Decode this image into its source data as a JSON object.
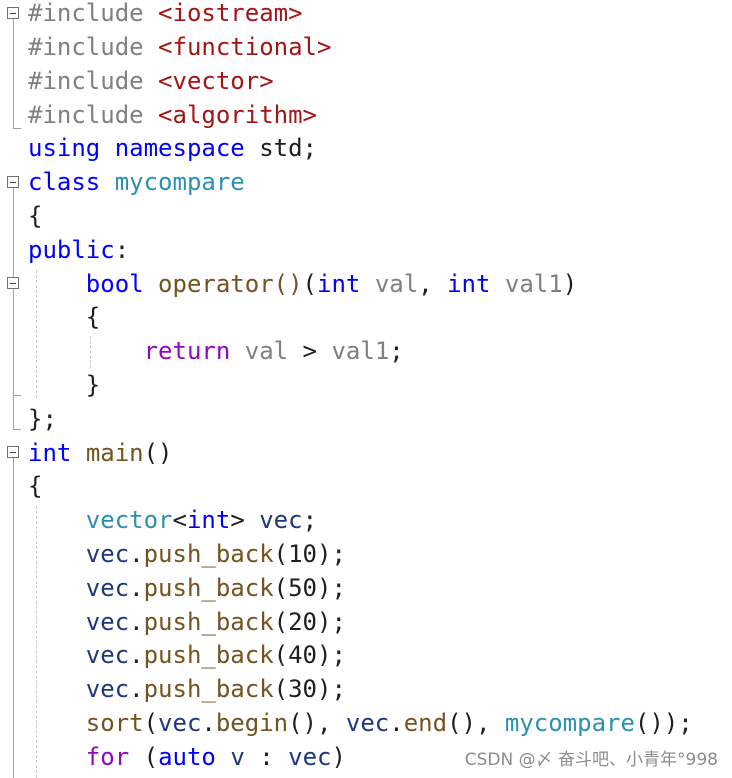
{
  "code": {
    "l1": [
      "#include ",
      "<iostream>"
    ],
    "l2": [
      "#include ",
      "<functional>"
    ],
    "l3": [
      "#include ",
      "<vector>"
    ],
    "l4": [
      "#include ",
      "<algorithm>"
    ],
    "l5": [
      "using",
      " ",
      "namespace",
      " std;"
    ],
    "l6": [
      "class",
      " ",
      "mycompare"
    ],
    "l7": [
      "{"
    ],
    "l8": [
      "public",
      ":"
    ],
    "l9": [
      "    ",
      "bool",
      " ",
      "operator",
      "()",
      "(",
      "int",
      " ",
      "val",
      ", ",
      "int",
      " ",
      "val1",
      ")"
    ],
    "l10": [
      "    {"
    ],
    "l11": [
      "        ",
      "return",
      " ",
      "val",
      " > ",
      "val1",
      ";"
    ],
    "l12": [
      "    }"
    ],
    "l13": [
      "};"
    ],
    "l14": [
      "int",
      " ",
      "main",
      "()"
    ],
    "l15": [
      "{"
    ],
    "l16": [
      "    ",
      "vector",
      "<",
      "int",
      "> ",
      "vec",
      ";"
    ],
    "l17": [
      "    ",
      "vec",
      ".",
      "push_back",
      "(",
      "10",
      ");"
    ],
    "l18": [
      "    ",
      "vec",
      ".",
      "push_back",
      "(",
      "50",
      ");"
    ],
    "l19": [
      "    ",
      "vec",
      ".",
      "push_back",
      "(",
      "20",
      ");"
    ],
    "l20": [
      "    ",
      "vec",
      ".",
      "push_back",
      "(",
      "40",
      ");"
    ],
    "l21": [
      "    ",
      "vec",
      ".",
      "push_back",
      "(",
      "30",
      ");"
    ],
    "l22": [
      "    ",
      "sort",
      "(",
      "vec",
      ".",
      "begin",
      "(), ",
      "vec",
      ".",
      "end",
      "(), ",
      "mycompare",
      "());"
    ],
    "l23": [
      "    ",
      "for",
      " (",
      "auto",
      " ",
      "v",
      " : ",
      "vec",
      ")"
    ]
  },
  "watermark": "CSDN @〆 奋斗吧、小青年°998",
  "colors": {
    "keyword": "#0000ff",
    "type": "#2b91af",
    "string": "#a31515",
    "control": "#8f08c4",
    "function": "#74531f",
    "parameter": "#808080"
  }
}
